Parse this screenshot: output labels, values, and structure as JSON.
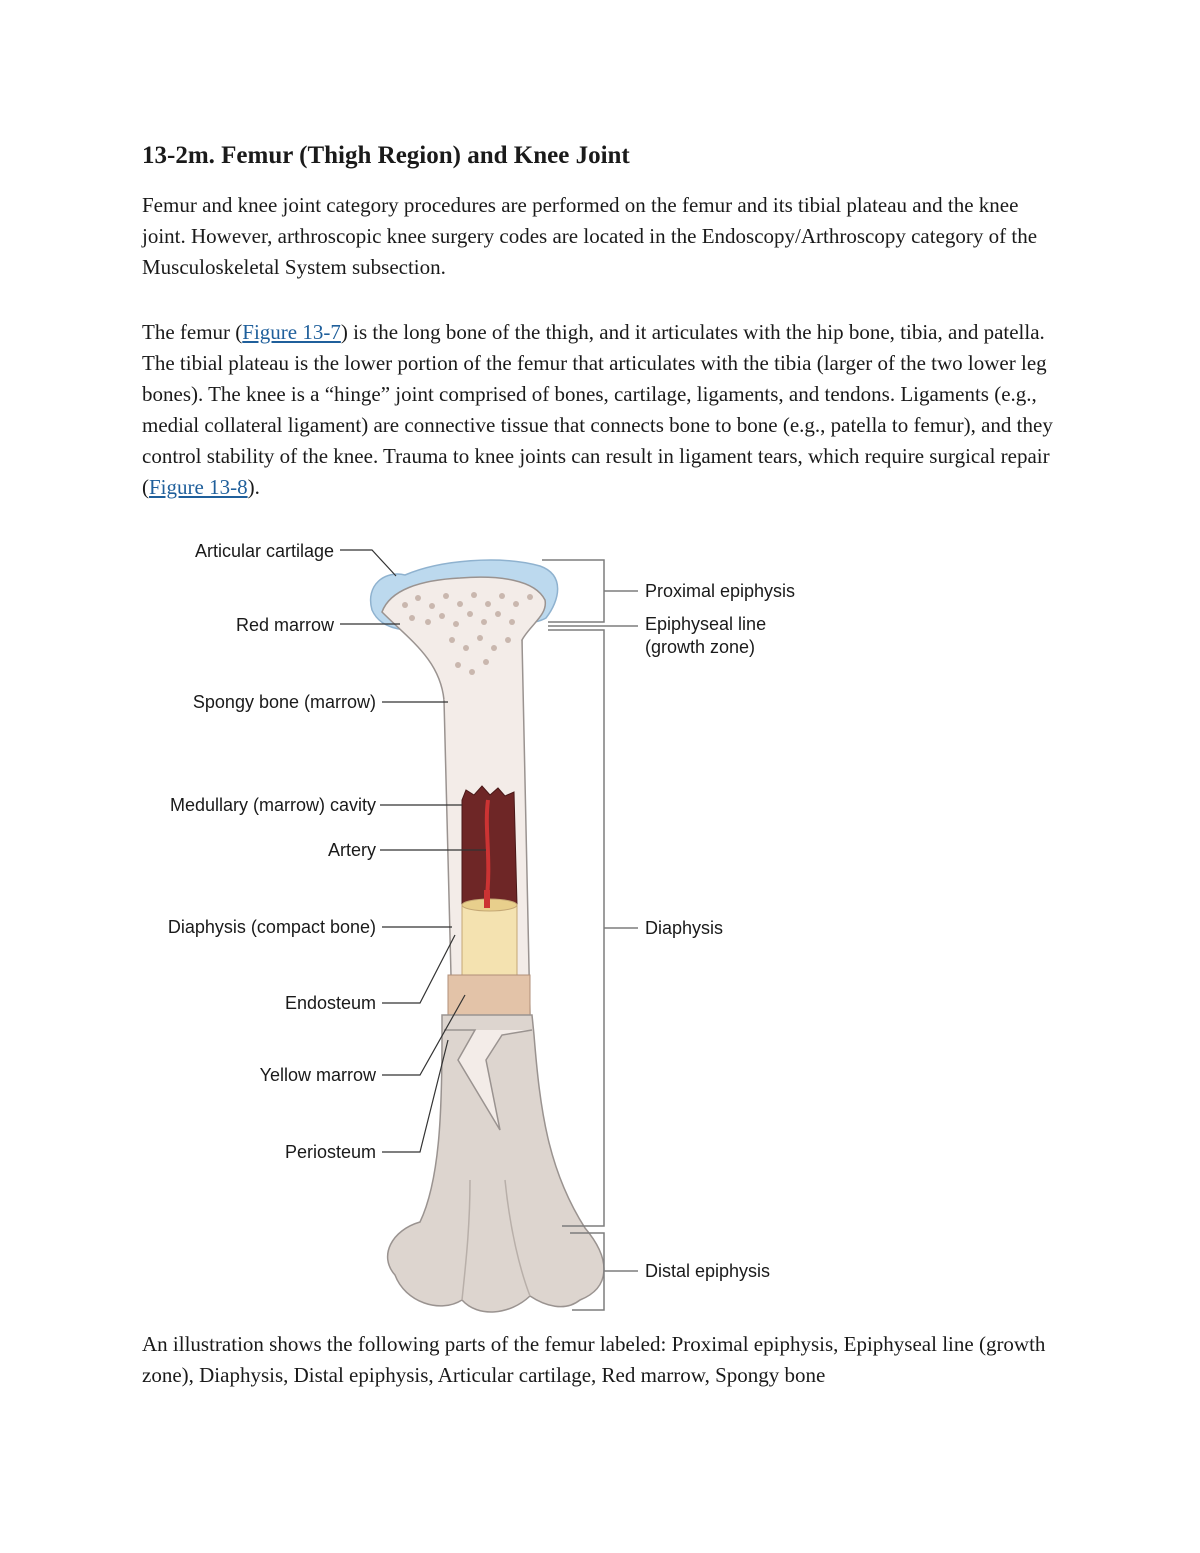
{
  "heading": "13-2m. Femur (Thigh Region) and Knee Joint",
  "para1": "Femur and knee joint category procedures are performed on the femur and its tibial plateau and the knee joint. However, arthroscopic knee surgery codes are located in the Endoscopy/Arthroscopy category of the Musculoskeletal System subsection.",
  "para2": {
    "t1": "The femur (",
    "link1": "Figure 13-7",
    "t2": ") is the long bone of the thigh, and it articulates with the hip bone, tibia, and patella. The tibial plateau is the lower portion of the femur that articulates with the tibia (larger of the two lower leg bones). The knee is a “hinge” joint comprised of bones, cartilage, ligaments, and tendons. Ligaments (e.g., medial collateral ligament) are connective tissue that connects bone to bone (e.g., patella to femur), and they control stability of the knee. Trauma to knee joints can result in ligament tears, which require surgical repair (",
    "link2": "Figure 13-8",
    "t3": ")."
  },
  "para3": "An illustration shows the following parts of the femur labeled: Proximal epiphysis, Epiphyseal line (growth zone), Diaphysis, Distal epiphysis, Articular cartilage, Red marrow, Spongy bone",
  "figure": {
    "left_labels": {
      "articular_cartilage": "Articular cartilage",
      "red_marrow": "Red marrow",
      "spongy_bone": "Spongy bone (marrow)",
      "medullary_cavity": "Medullary (marrow) cavity",
      "artery": "Artery",
      "diaphysis_compact": "Diaphysis (compact bone)",
      "endosteum": "Endosteum",
      "yellow_marrow": "Yellow marrow",
      "periosteum": "Periosteum"
    },
    "right_labels": {
      "proximal_epiphysis": "Proximal epiphysis",
      "epiphyseal_line_1": "Epiphyseal line",
      "epiphyseal_line_2": "(growth zone)",
      "diaphysis": "Diaphysis",
      "distal_epiphysis": "Distal epiphysis"
    },
    "colors": {
      "cartilage": "#bcd9ee",
      "bone": "#f3ece8",
      "bone_outline": "#9a9390",
      "spongy": "#c9b7ae",
      "medullary": "#6e2626",
      "artery": "#cc3333",
      "yellow_marrow": "#f4e2b0",
      "endosteum": "#e3c3a8",
      "periosteum": "#ddd5cf"
    }
  }
}
